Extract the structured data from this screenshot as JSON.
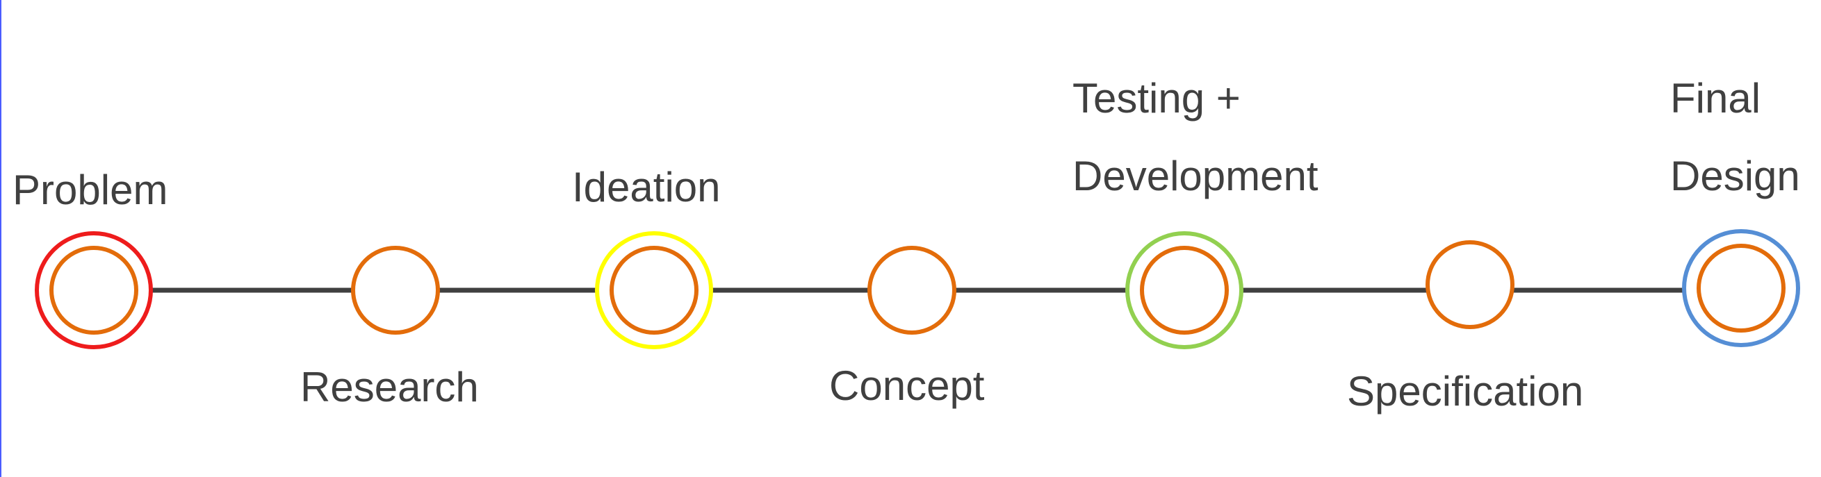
{
  "colors": {
    "background": "#ffffff",
    "line": "#404040",
    "inner_ring": "#e36c0a",
    "label_text": "#404040",
    "left_border": "#4a5cff"
  },
  "stages": [
    {
      "key": "problem",
      "lines": [
        "Problem"
      ],
      "outer_ring_color": "#ee1c1c",
      "label_side": "above"
    },
    {
      "key": "research",
      "lines": [
        "Research"
      ],
      "outer_ring_color": null,
      "label_side": "below"
    },
    {
      "key": "ideation",
      "lines": [
        "Ideation"
      ],
      "outer_ring_color": "#ffff00",
      "label_side": "above"
    },
    {
      "key": "concept",
      "lines": [
        "Concept"
      ],
      "outer_ring_color": null,
      "label_side": "below"
    },
    {
      "key": "testing-development",
      "lines": [
        "Testing +",
        "Development"
      ],
      "outer_ring_color": "#92d050",
      "label_side": "above"
    },
    {
      "key": "specification",
      "lines": [
        "Specification"
      ],
      "outer_ring_color": null,
      "label_side": "below"
    },
    {
      "key": "final-design",
      "lines": [
        "Final",
        "Design"
      ],
      "outer_ring_color": "#558ed5",
      "label_side": "above"
    }
  ]
}
